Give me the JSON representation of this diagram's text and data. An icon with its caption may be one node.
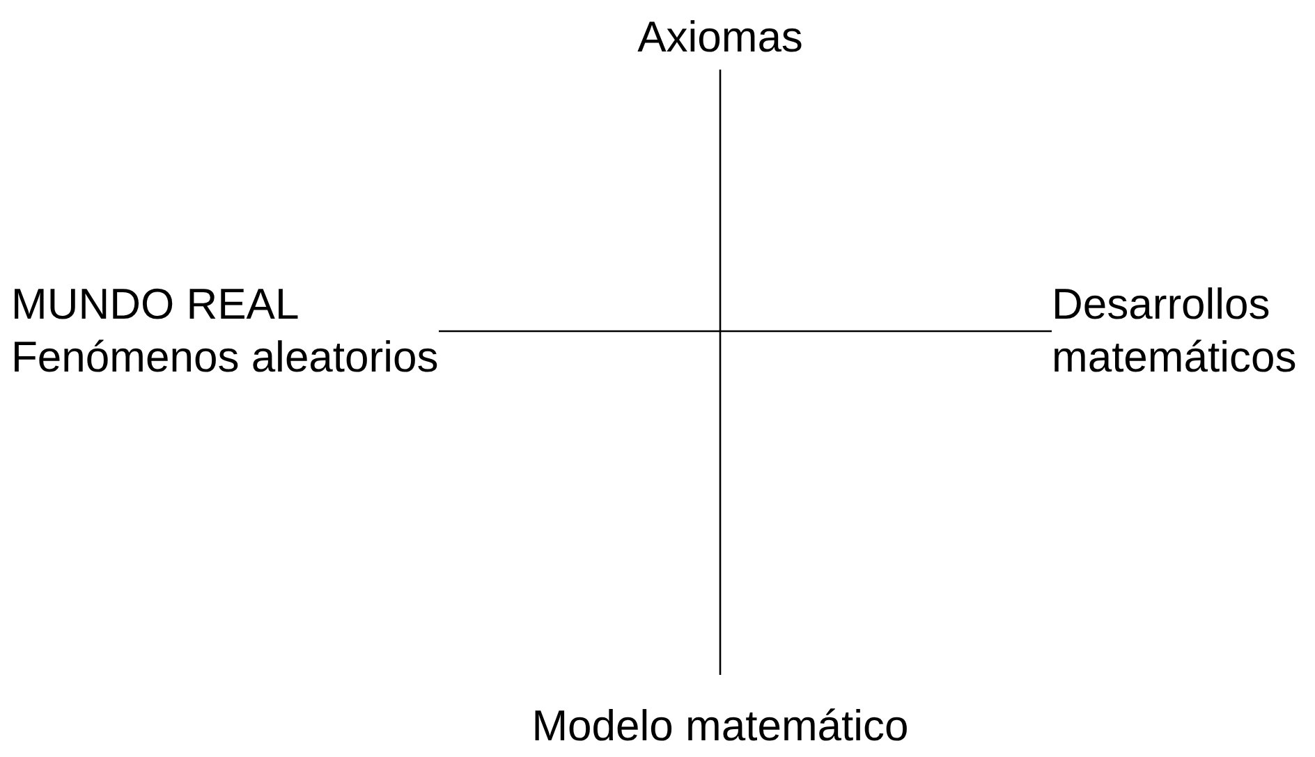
{
  "diagram": {
    "nodes": [
      {
        "text": [
          "Axiomas"
        ]
      },
      {
        "text": [
          "MUNDO REAL",
          "Fenómenos aleatorios"
        ]
      },
      {
        "text": [
          "Desarrollos matemáticos"
        ]
      },
      {
        "text": [
          "Modelo matemático"
        ]
      }
    ],
    "edges": [
      {
        "from": 0,
        "to": 3,
        "arrow": "none"
      },
      {
        "from": 1,
        "to": 2,
        "arrow": "none"
      }
    ]
  }
}
